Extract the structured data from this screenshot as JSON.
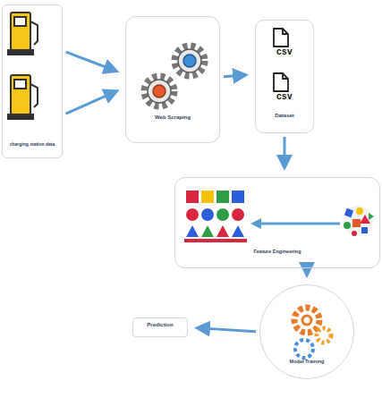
{
  "diagram": {
    "nodes": [
      {
        "text": [
          "charging station data"
        ]
      },
      {
        "text": [
          "Web Scraping"
        ]
      },
      {
        "text": [
          "csv",
          "csv",
          "Dataset"
        ]
      },
      {
        "text": [
          "Feature Engineering"
        ]
      },
      {
        "text": [
          "Model Training"
        ]
      },
      {
        "text": [
          "Prediction"
        ]
      }
    ],
    "edges": [
      {
        "from": 0,
        "to": 1,
        "arrow": "to"
      },
      {
        "from": 0,
        "to": 1,
        "arrow": "to"
      },
      {
        "from": 1,
        "to": 2,
        "arrow": "to"
      },
      {
        "from": 2,
        "to": 3,
        "arrow": "to"
      },
      {
        "from": 3,
        "to": 4,
        "arrow": "to"
      },
      {
        "from": 4,
        "to": 5,
        "arrow": "to"
      }
    ]
  }
}
